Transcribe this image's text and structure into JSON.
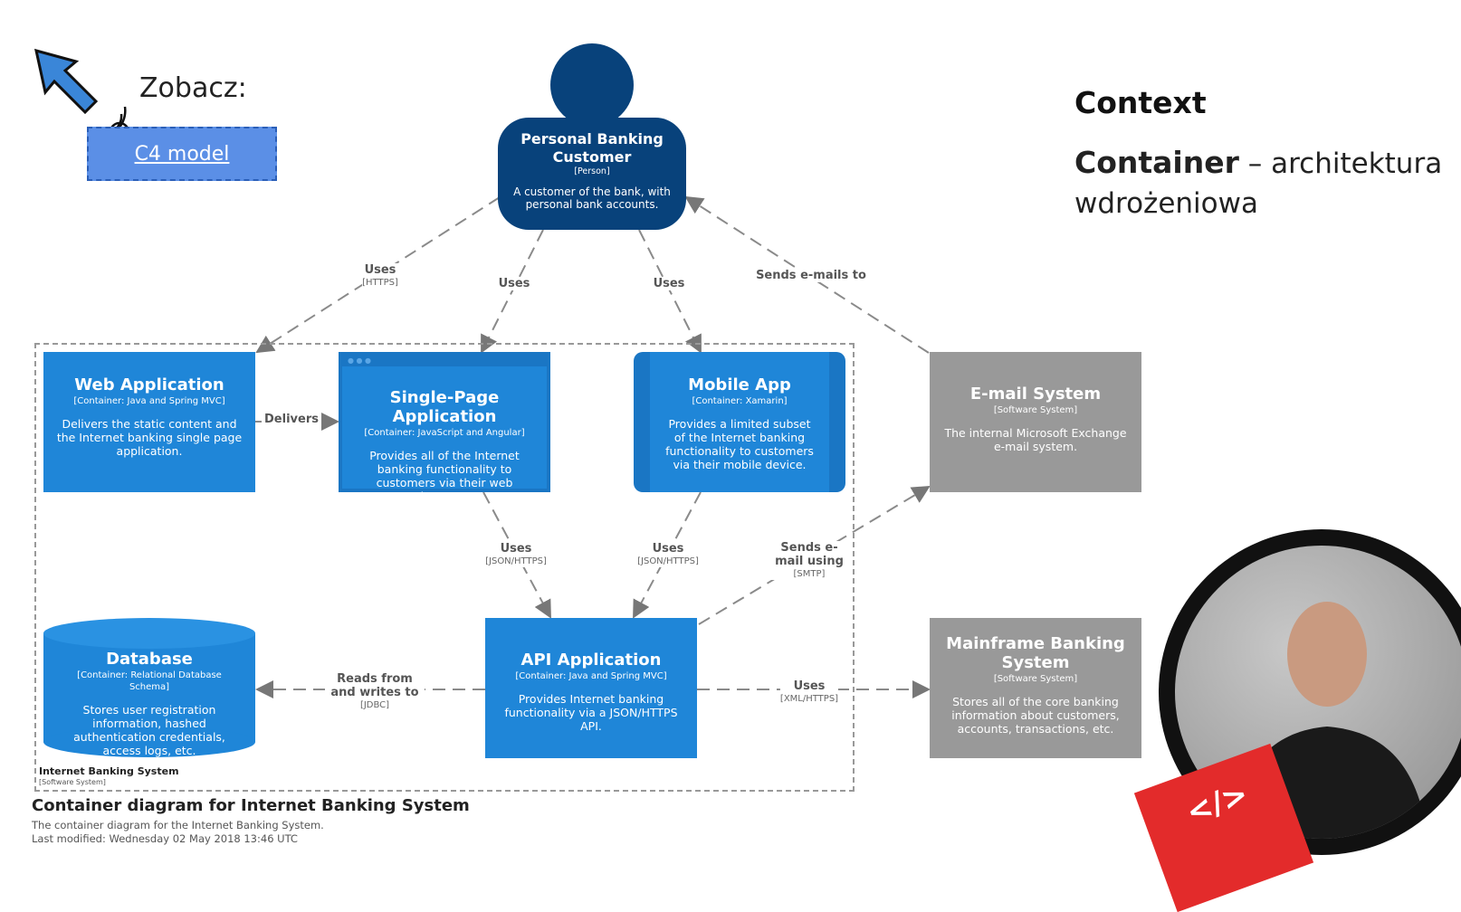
{
  "header": {
    "see_label": "Zobacz:",
    "link_label": "C4 model",
    "context_label": "Context",
    "container_label": "Container",
    "container_desc": "– architektura wdrożeniowa"
  },
  "person": {
    "name": "Personal Banking Customer",
    "type": "[Person]",
    "desc": "A customer of the bank, with personal bank accounts."
  },
  "containers": {
    "web": {
      "name": "Web Application",
      "type": "[Container: Java and Spring MVC]",
      "desc": "Delivers the static content and the Internet banking single page application."
    },
    "spa": {
      "name": "Single-Page Application",
      "type": "[Container: JavaScript and Angular]",
      "desc": "Provides all of the Internet banking functionality to customers via their web browser."
    },
    "mobile": {
      "name": "Mobile App",
      "type": "[Container: Xamarin]",
      "desc": "Provides a limited subset of the Internet banking functionality to customers via their mobile device."
    },
    "db": {
      "name": "Database",
      "type": "[Container: Relational Database Schema]",
      "desc": "Stores user registration information, hashed authentication credentials, access logs, etc."
    },
    "api": {
      "name": "API Application",
      "type": "[Container: Java and Spring MVC]",
      "desc": "Provides Internet banking functionality via a JSON/HTTPS API."
    }
  },
  "systems": {
    "email": {
      "name": "E-mail System",
      "type": "[Software System]",
      "desc": "The internal Microsoft Exchange e-mail system."
    },
    "mainframe": {
      "name": "Mainframe Banking System",
      "type": "[Software System]",
      "desc": "Stores all of the core banking information about customers, accounts, transactions, etc."
    }
  },
  "relations": {
    "person_web": {
      "label": "Uses",
      "tech": "[HTTPS]"
    },
    "person_spa": {
      "label": "Uses"
    },
    "person_mobile": {
      "label": "Uses"
    },
    "email_person": {
      "label": "Sends e-mails to"
    },
    "web_spa": {
      "label": "Delivers"
    },
    "spa_api": {
      "label": "Uses",
      "tech": "[JSON/HTTPS]"
    },
    "mobile_api": {
      "label": "Uses",
      "tech": "[JSON/HTTPS]"
    },
    "api_email": {
      "label": "Sends e-mail using",
      "tech": "[SMTP]"
    },
    "api_db": {
      "label": "Reads from and writes to",
      "tech": "[JDBC]"
    },
    "api_mainframe": {
      "label": "Uses",
      "tech": "[XML/HTTPS]"
    }
  },
  "boundary": {
    "name": "Internet Banking System",
    "type": "[Software System]"
  },
  "caption": {
    "title": "Container diagram for Internet Banking System",
    "desc": "The container diagram for the Internet Banking System.",
    "modified": "Last modified: Wednesday 02 May 2018 13:46 UTC"
  },
  "colors": {
    "person": "#08427b",
    "container": "#1f86d8",
    "external": "#999999",
    "link_button": "#5b8fe6",
    "brand": "#e32b2b"
  },
  "icons": {
    "pointer": "cursor-arrow-icon",
    "brand": "code-brackets-icon"
  }
}
